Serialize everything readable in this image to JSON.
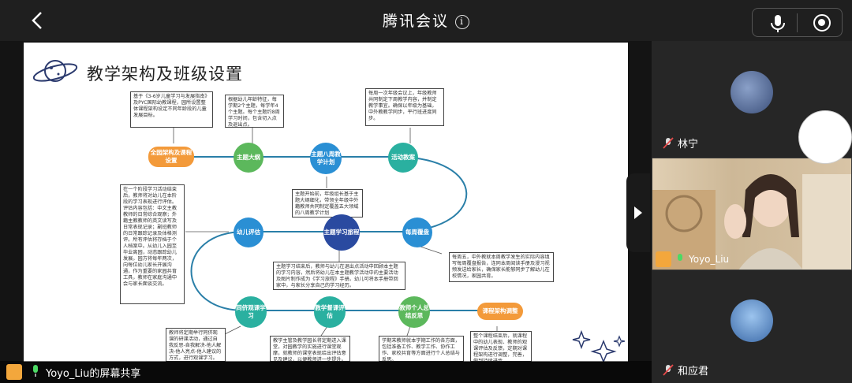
{
  "app": {
    "title": "腾讯会议"
  },
  "bottom_bar": {
    "share_label": "Yoyo_Liu的屏幕共享"
  },
  "participants": [
    {
      "name": "林宁"
    },
    {
      "name": "Yoyo_Liu"
    },
    {
      "name": "和应君"
    }
  ],
  "slide": {
    "title": "教学架构及班级设置",
    "nodes": {
      "framework": "全园架构及课程设置",
      "outline": "主题大纲",
      "weekly_plan": "主题八周教学计划",
      "activity": "活动教案",
      "center": "主题学习旅程",
      "weekly_review": "每周覆盘",
      "evaluation": "幼儿评估",
      "sync": "同侪观课学习",
      "teaching_eval": "教学督课评估",
      "personal": "教师个人总结反思",
      "course_adjust": "课程架构调整"
    },
    "boxes": {
      "b1": "基于《3-6岁儿童学习与发展指南》及PYC国际幼教课程，园所设置整体课程架构设定不同年龄段的儿童发展目标。",
      "b2": "根据幼儿年龄特征，每学期2个主题，每学年4个主题。每个主题约8周学习时间，包含切入点及退出点。",
      "b3": "每周一次年级会议上，年级教师共同制定下周教学内容，并制定教学事宜。确保以年级为基础，中外教教学同步，平行班进度同步。",
      "b4": "主题开始前，年级组长基于主题大纲细化，带领全年级中外籍教师共同制定覆盖五大领域的八周教学计划",
      "b5": "在一个阶段学习活动结束后，教师将对幼儿在本阶段的学习表现进行评估。评估内容包括：中文主教教师的日常综合观察；外籍主教教师的英文读写及日常表现记录；副班教师的日常跟踪记录及体格测评。所有评估将存档于个人档案中。从幼儿入园至毕业离园，动态跟踪幼儿发展。园方将每年两次，向每位幼儿家长开展沟通，作为重要的家园共育工具，教师在家庭沟通中会与家长面谈交流。",
      "b6": "主题学习结束后，教师与幼儿在退出点活动中回顾本主题的学习内容，然后将幼儿在本主题教学活动中的主要活动及图片制作成为《学习旅程》手册。幼儿可将本手册带回家中，与家长分享自己的学习经历。",
      "b7": "每周五，中外教就本周教学发生的实际内容填写每周覆盘报告，连同本周阅读手册及漫习视频发送给家长，确保家长能够同步了解幼儿在校情况，家园共育。",
      "b8": "教师将定期举行同侪观课的研课活动，通过自我反思-自我解决-他人解决-他人亮点-他人建议的方式，进行观课学习。",
      "b9": "教学主管及教学园长将定期进入课堂，对园教学的实施进行课堂观摩，就教师的课堂表现给出评估意见及建议，以便教师进一步提升。",
      "b10": "学期末教师就本学期工作的各方面，包括准备工作、教学工作、协作工作、家校共育等方面进行个人总结与反思。",
      "b11": "整个课程结束后，就课程中的幼儿表现、教师的观课评估及反馈，定期对课程架构进行调整，完善，做到持续进步。"
    }
  },
  "colors": {
    "orange": "#f39a3a",
    "green": "#5cb85c",
    "teal": "#2ab0a0",
    "blue": "#2a8fd4",
    "navy": "#2a4aa0",
    "path": "#2a7fa8"
  }
}
